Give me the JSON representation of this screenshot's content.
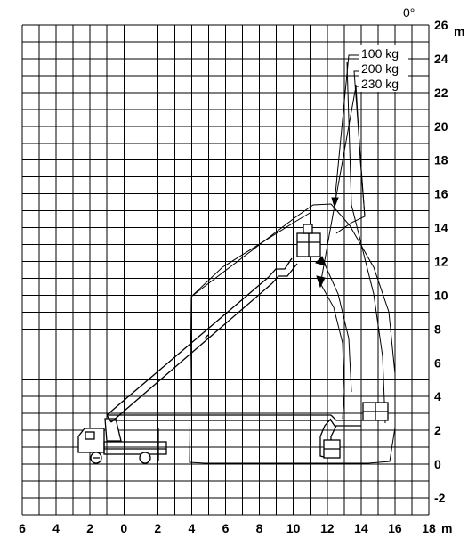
{
  "angle_label": "0°",
  "y_unit": "m",
  "x_unit": "m",
  "y_ticks": [
    "26",
    "24",
    "22",
    "20",
    "18",
    "16",
    "14",
    "12",
    "10",
    "8",
    "6",
    "4",
    "2",
    "0",
    "-2"
  ],
  "x_ticks": [
    "6",
    "4",
    "2",
    "0",
    "2",
    "4",
    "6",
    "8",
    "10",
    "12",
    "14",
    "16",
    "18"
  ],
  "load_labels": [
    "100 kg",
    "200 kg",
    "230 kg"
  ]
}
